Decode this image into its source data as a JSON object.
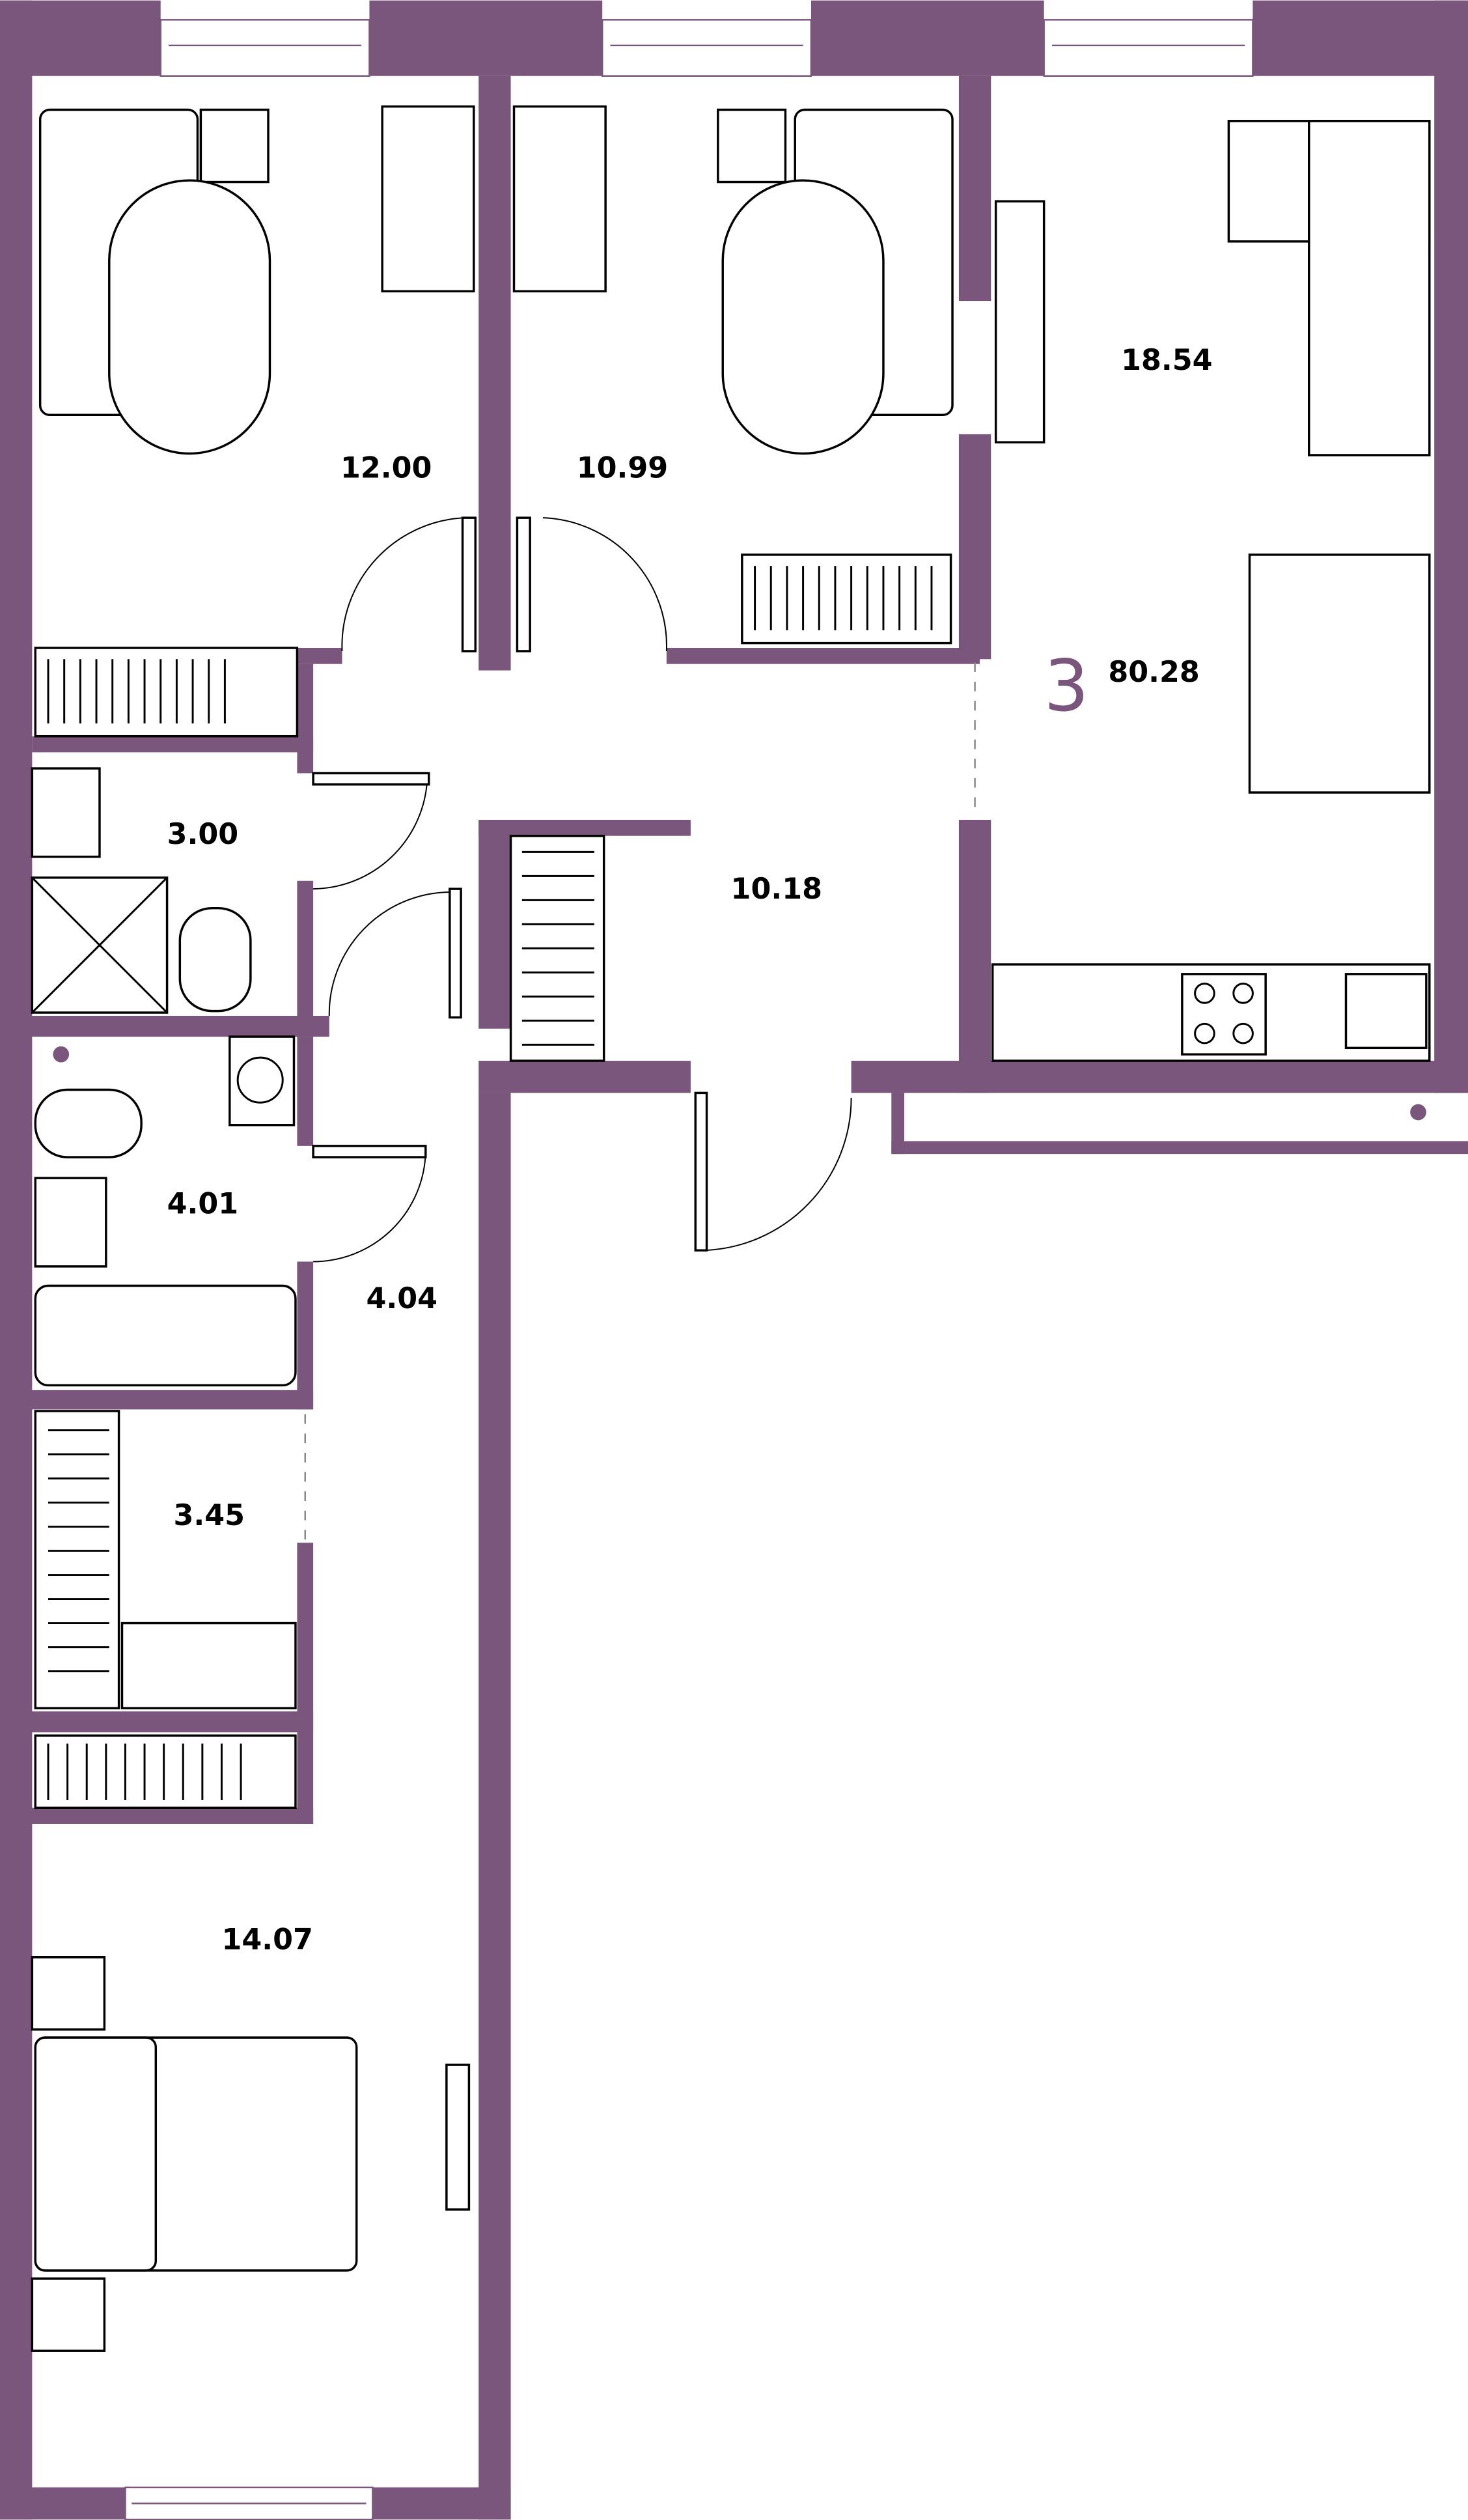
{
  "plan": {
    "rooms_count": "3",
    "total_area": "80.28",
    "wall_color": "#7a567c",
    "rooms": [
      {
        "id": "bedroom-1",
        "area": "12.00"
      },
      {
        "id": "bedroom-2",
        "area": "10.99"
      },
      {
        "id": "living-kitchen",
        "area": "18.54"
      },
      {
        "id": "toilet",
        "area": "3.00"
      },
      {
        "id": "hallway",
        "area": "10.18"
      },
      {
        "id": "bathroom",
        "area": "4.01"
      },
      {
        "id": "corridor",
        "area": "4.04"
      },
      {
        "id": "wardrobe",
        "area": "3.45"
      },
      {
        "id": "bedroom-3",
        "area": "14.07"
      }
    ]
  }
}
